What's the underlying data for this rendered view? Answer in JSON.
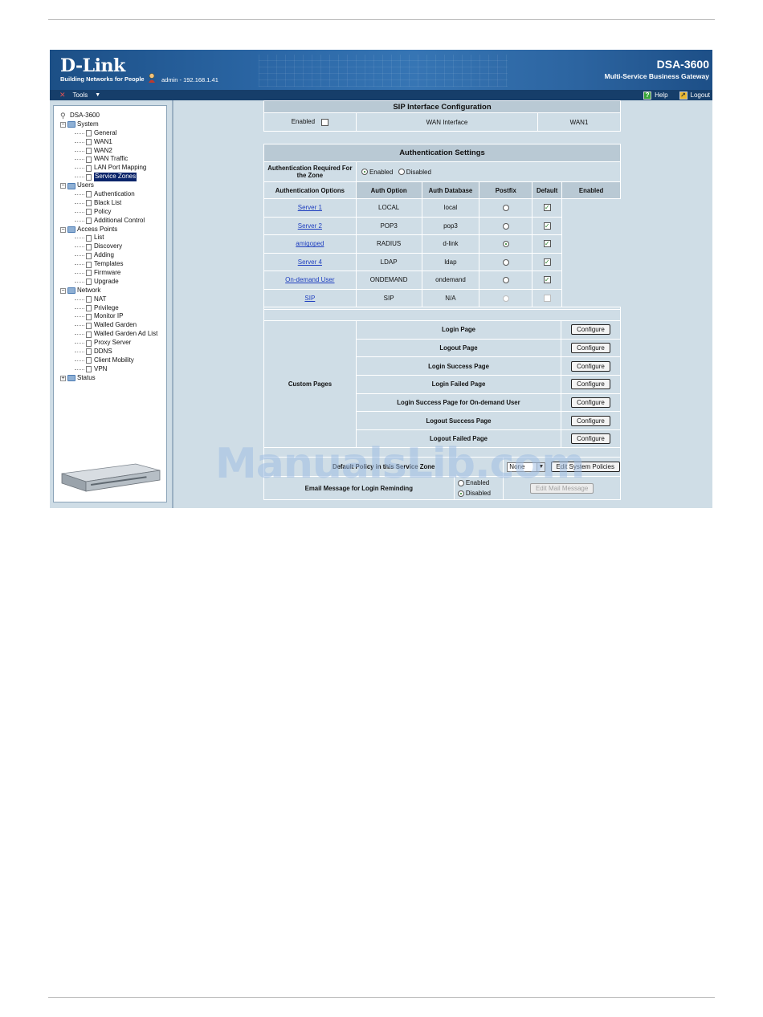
{
  "header": {
    "logo": "D-Link",
    "tagline": "Building Networks for People",
    "user": "admin - 192.168.1.41",
    "model": "DSA-3600",
    "product_name": "Multi-Service Business Gateway"
  },
  "toolbar": {
    "tools": "Tools",
    "help": "Help",
    "logout": "Logout"
  },
  "tree": {
    "root": "DSA-3600",
    "groups": [
      {
        "label": "System",
        "items": [
          "General",
          "WAN1",
          "WAN2",
          "WAN Traffic",
          "LAN Port Mapping",
          "Service Zones"
        ]
      },
      {
        "label": "Users",
        "items": [
          "Authentication",
          "Black List",
          "Policy",
          "Additional Control"
        ]
      },
      {
        "label": "Access Points",
        "items": [
          "List",
          "Discovery",
          "Adding",
          "Templates",
          "Firmware",
          "Upgrade"
        ]
      },
      {
        "label": "Network",
        "items": [
          "NAT",
          "Privilege",
          "Monitor IP",
          "Walled Garden",
          "Walled Garden Ad List",
          "Proxy Server",
          "DDNS",
          "Client Mobility",
          "VPN"
        ]
      },
      {
        "label": "Status",
        "items": []
      }
    ],
    "selected": "Service Zones"
  },
  "sip": {
    "title": "SIP Interface Configuration",
    "enabled_label": "Enabled",
    "wan_label": "WAN Interface",
    "wan_value": "WAN1"
  },
  "auth": {
    "title": "Authentication Settings",
    "required_label": "Authentication Required For the Zone",
    "enabled": "Enabled",
    "disabled": "Disabled",
    "options_label": "Authentication Options",
    "columns": [
      "Auth Option",
      "Auth Database",
      "Postfix",
      "Default",
      "Enabled"
    ],
    "rows": [
      {
        "option": "Server 1",
        "db": "LOCAL",
        "postfix": "local"
      },
      {
        "option": "Server 2",
        "db": "POP3",
        "postfix": "pop3"
      },
      {
        "option": "amigoped",
        "db": "RADIUS",
        "postfix": "d-link"
      },
      {
        "option": "Server 4",
        "db": "LDAP",
        "postfix": "ldap"
      },
      {
        "option": "On-demand User",
        "db": "ONDEMAND",
        "postfix": "ondemand"
      },
      {
        "option": "SIP",
        "db": "SIP",
        "postfix": "N/A"
      }
    ]
  },
  "custom": {
    "label": "Custom Pages",
    "configure": "Configure",
    "pages": [
      "Login Page",
      "Logout Page",
      "Login Success Page",
      "Login Failed Page",
      "Login Success Page for On-demand User",
      "Logout Success Page",
      "Logout Failed Page"
    ]
  },
  "policy": {
    "label": "Default Policy in this Service Zone",
    "select_value": "None",
    "edit_button": "Edit System Policies"
  },
  "email": {
    "label": "Email Message for Login Reminding",
    "enabled": "Enabled",
    "disabled": "Disabled",
    "edit_button": "Edit Mail Message"
  },
  "watermark": "ManualsLib.com"
}
